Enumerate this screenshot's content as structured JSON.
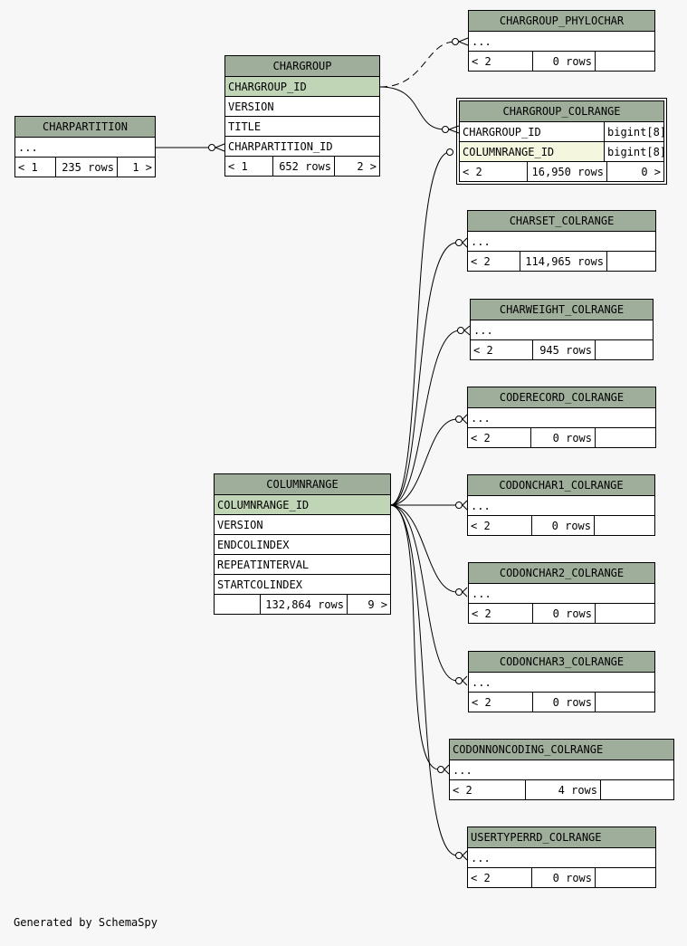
{
  "tables": {
    "chargroup_phylochar": {
      "name": "CHARGROUP_PHYLOCHAR",
      "rows": [
        "..."
      ],
      "footer": [
        "< 2",
        "0 rows",
        ""
      ]
    },
    "chargroup_colrange": {
      "name": "CHARGROUP_COLRANGE",
      "rows": [
        "CHARGROUP_ID",
        "COLUMNRANGE_ID"
      ],
      "types": [
        "bigint[8]",
        "bigint[8]"
      ],
      "footer": [
        "< 2",
        "16,950 rows",
        "0 >"
      ]
    },
    "charpartition": {
      "name": "CHARPARTITION",
      "rows": [
        "..."
      ],
      "footer": [
        "< 1",
        "235 rows",
        "1 >"
      ]
    },
    "chargroup": {
      "name": "CHARGROUP",
      "rows": [
        "CHARGROUP_ID",
        "VERSION",
        "TITLE",
        "CHARPARTITION_ID"
      ],
      "footer": [
        "< 1",
        "652 rows",
        "2 >"
      ]
    },
    "charset_colrange": {
      "name": "CHARSET_COLRANGE",
      "rows": [
        "..."
      ],
      "footer": [
        "< 2",
        "114,965 rows",
        ""
      ]
    },
    "charweight_colrange": {
      "name": "CHARWEIGHT_COLRANGE",
      "rows": [
        "..."
      ],
      "footer": [
        "< 2",
        "945 rows",
        ""
      ]
    },
    "coderecord_colrange": {
      "name": "CODERECORD_COLRANGE",
      "rows": [
        "..."
      ],
      "footer": [
        "< 2",
        "0 rows",
        ""
      ]
    },
    "codonchar1_colrange": {
      "name": "CODONCHAR1_COLRANGE",
      "rows": [
        "..."
      ],
      "footer": [
        "< 2",
        "0 rows",
        ""
      ]
    },
    "columnrange": {
      "name": "COLUMNRANGE",
      "rows": [
        "COLUMNRANGE_ID",
        "VERSION",
        "ENDCOLINDEX",
        "REPEATINTERVAL",
        "STARTCOLINDEX"
      ],
      "footer": [
        "",
        "132,864 rows",
        "9 >"
      ]
    },
    "codonchar2_colrange": {
      "name": "CODONCHAR2_COLRANGE",
      "rows": [
        "..."
      ],
      "footer": [
        "< 2",
        "0 rows",
        ""
      ]
    },
    "codonchar3_colrange": {
      "name": "CODONCHAR3_COLRANGE",
      "rows": [
        "..."
      ],
      "footer": [
        "< 2",
        "0 rows",
        ""
      ]
    },
    "codonnoncoding_colrange": {
      "name": "CODONNONCODING_COLRANGE",
      "rows": [
        "..."
      ],
      "footer": [
        "< 2",
        "4 rows",
        ""
      ]
    },
    "usertyperrd_colrange": {
      "name": "USERTYPERRD_COLRANGE",
      "rows": [
        "..."
      ],
      "footer": [
        "< 2",
        "0 rows",
        ""
      ]
    }
  },
  "footer_text": "Generated by SchemaSpy",
  "colors": {
    "header": "#9fae9a",
    "primary_key": "#bfd5b5",
    "foreign_key": "#f4f7de",
    "background": "#f7f7f7"
  }
}
